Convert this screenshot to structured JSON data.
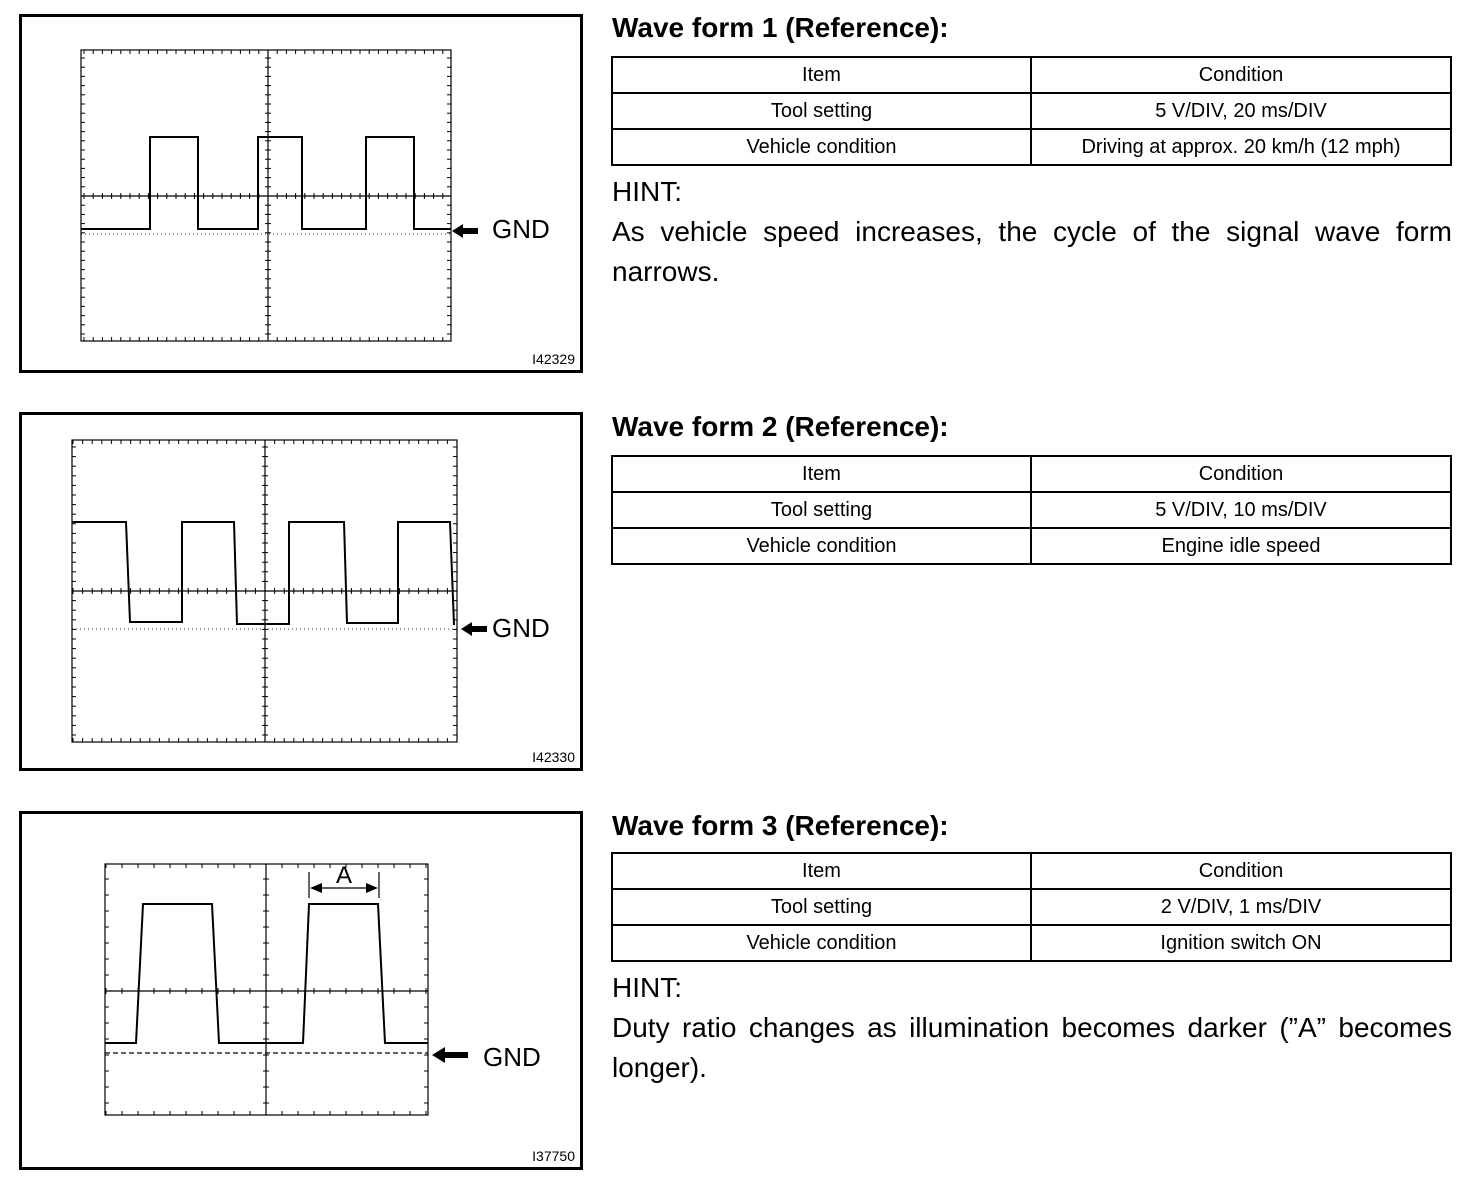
{
  "figures": [
    {
      "id": "I42329",
      "gnd_label": "GND",
      "panel": {
        "title": "Wave form 1 (Reference):",
        "header": [
          "Item",
          "Condition"
        ],
        "rows": [
          [
            "Tool setting",
            "5 V/DIV, 20 ms/DIV"
          ],
          [
            "Vehicle condition",
            "Driving at approx. 20 km/h (12 mph)"
          ]
        ],
        "hint_label": "HINT:",
        "hint_text": "As vehicle speed increases, the cycle of the signal wave form narrows."
      }
    },
    {
      "id": "I42330",
      "gnd_label": "GND",
      "panel": {
        "title": "Wave form 2 (Reference):",
        "header": [
          "Item",
          "Condition"
        ],
        "rows": [
          [
            "Tool setting",
            "5 V/DIV, 10 ms/DIV"
          ],
          [
            "Vehicle condition",
            "Engine idle speed"
          ]
        ]
      }
    },
    {
      "id": "I37750",
      "gnd_label": "GND",
      "marker_label": "A",
      "panel": {
        "title": "Wave form 3 (Reference):",
        "header": [
          "Item",
          "Condition"
        ],
        "rows": [
          [
            "Tool setting",
            "2 V/DIV, 1 ms/DIV"
          ],
          [
            "Vehicle condition",
            "Ignition switch ON"
          ]
        ],
        "hint_label": "HINT:",
        "hint_text": "Duty ratio changes as illumination becomes darker (”A” becomes longer)."
      }
    }
  ]
}
